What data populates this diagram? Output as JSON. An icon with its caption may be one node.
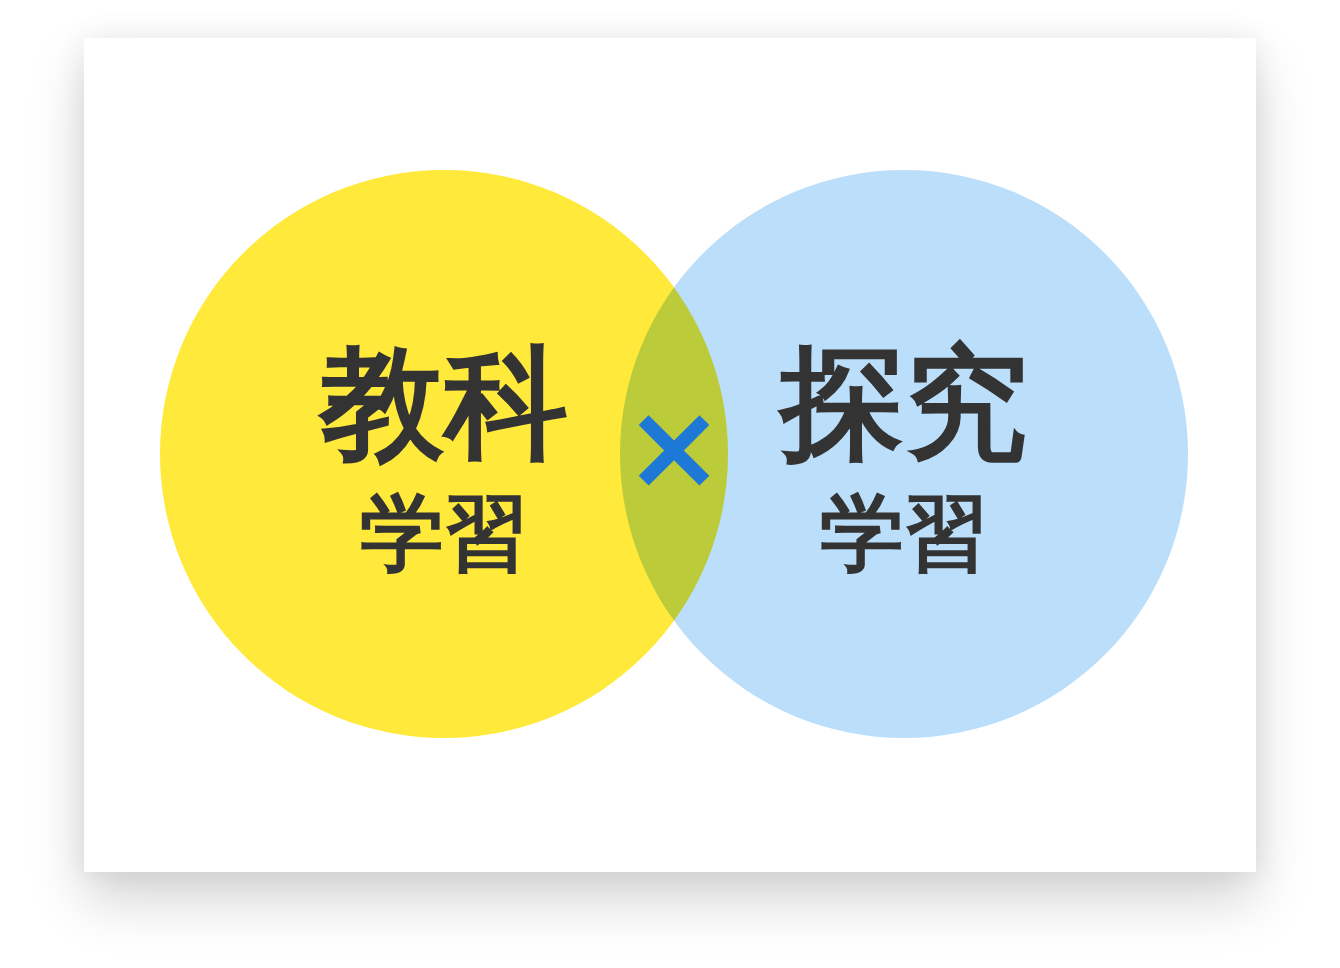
{
  "diagram": {
    "nodes": [
      {
        "text": [
          "教科",
          "学習"
        ]
      },
      {
        "text": [
          "探究",
          "学習"
        ]
      }
    ],
    "labels": [
      "×"
    ]
  }
}
